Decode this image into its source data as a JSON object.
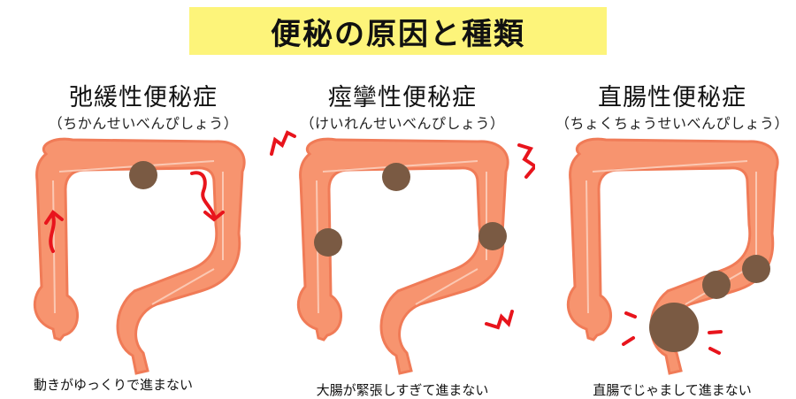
{
  "banner": {
    "title": "便秘の原因と種類",
    "background": "#fdf47a"
  },
  "panels": [
    {
      "title": "弛緩性便秘症",
      "reading": "（ちかんせいべんぴしょう）",
      "caption": "動きがゆっくりで進まない",
      "illustration": "colon-with-slow-movement-arrows",
      "stool_count": 1
    },
    {
      "title": "痙攣性便秘症",
      "reading": "（けいれんせいべんぴしょう）",
      "caption": "大腸が緊張しすぎて進まない",
      "illustration": "colon-with-spasm-marks",
      "stool_count": 3
    },
    {
      "title": "直腸性便秘症",
      "reading": "（ちょくちょうせいべんぴしょう）",
      "caption": "直腸でじゃまして進まない",
      "illustration": "colon-with-rectal-blockage",
      "stool_count": 3
    }
  ],
  "colors": {
    "colon": "#f7946f",
    "colon_dark": "#f07b57",
    "colon_highlight": "#fbb79b",
    "stool": "#7a5a43",
    "marks": "#e8141c"
  }
}
